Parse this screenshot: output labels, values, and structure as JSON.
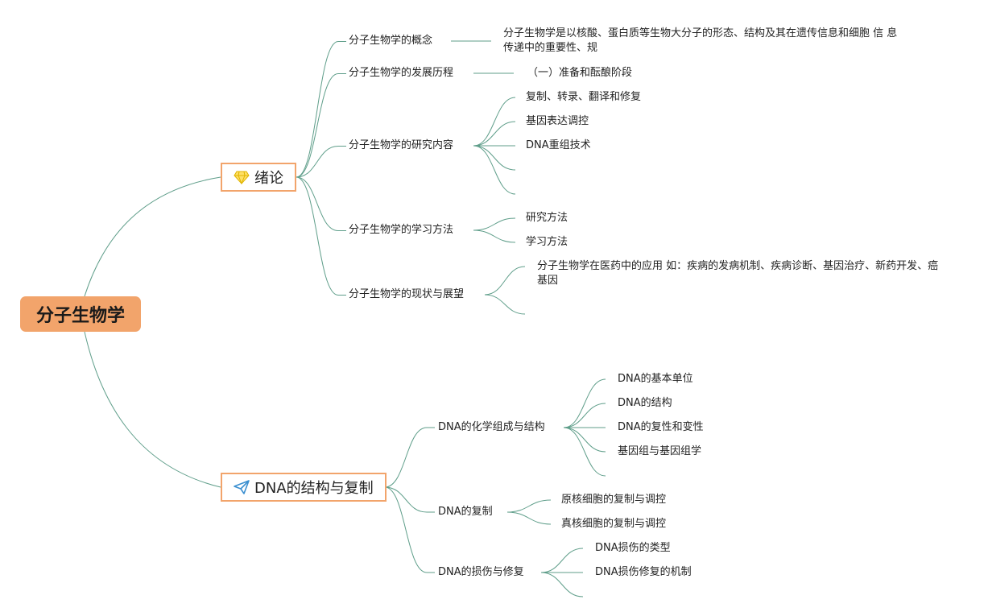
{
  "root": "分子生物学",
  "branches": [
    {
      "label": "绪论",
      "icon": "diamond-icon",
      "children": [
        {
          "label": "分子生物学的概念",
          "children": [
            "分子生物学是以核酸、蛋白质等生物大分子的形态、结构及其在遗传信息和细胞 信 息传递中的重要性、规"
          ]
        },
        {
          "label": "分子生物学的发展历程",
          "children": [
            "（一）准备和酝酿阶段"
          ]
        },
        {
          "label": "分子生物学的研究内容",
          "children": [
            "复制、转录、翻译和修复",
            "基因表达调控",
            "DNA重组技术",
            "",
            ""
          ]
        },
        {
          "label": "分子生物学的学习方法",
          "children": [
            "研究方法",
            "学习方法"
          ]
        },
        {
          "label": "分子生物学的现状与展望",
          "children": [
            "分子生物学在医药中的应用 如：疾病的发病机制、疾病诊断、基因治疗、新药开发、癌基因",
            ""
          ]
        }
      ]
    },
    {
      "label": "DNA的结构与复制",
      "icon": "paper-plane-icon",
      "children": [
        {
          "label": "DNA的化学组成与结构",
          "children": [
            "DNA的基本单位",
            "DNA的结构",
            "DNA的复性和变性",
            "基因组与基因组学",
            ""
          ]
        },
        {
          "label": "DNA的复制",
          "children": [
            "原核细胞的复制与调控",
            "真核细胞的复制与调控"
          ]
        },
        {
          "label": "DNA的损伤与修复",
          "children": [
            "DNA损伤的类型",
            "DNA损伤修复的机制",
            ""
          ]
        }
      ]
    }
  ],
  "colors": {
    "line": "#5f9e8a",
    "accent": "#f2a46b"
  }
}
